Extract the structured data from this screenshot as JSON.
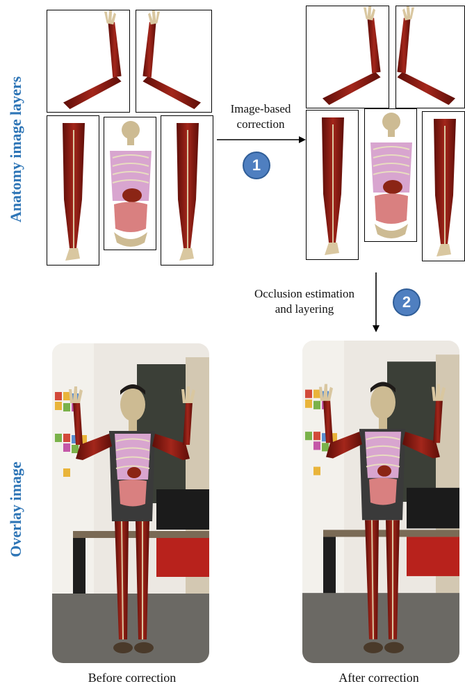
{
  "side_labels": {
    "anatomy": "Anatomy image layers",
    "overlay": "Overlay image"
  },
  "steps": [
    {
      "number": "1",
      "text_line1": "Image-based",
      "text_line2": "correction"
    },
    {
      "number": "2",
      "text_line1": "Occlusion estimation",
      "text_line2": "and layering"
    }
  ],
  "captions": {
    "before": "Before correction",
    "after": "After correction"
  },
  "colors": {
    "label_blue": "#2e75b6",
    "badge_blue": "#4f7fc0",
    "muscle_red": "#8b1a12"
  }
}
